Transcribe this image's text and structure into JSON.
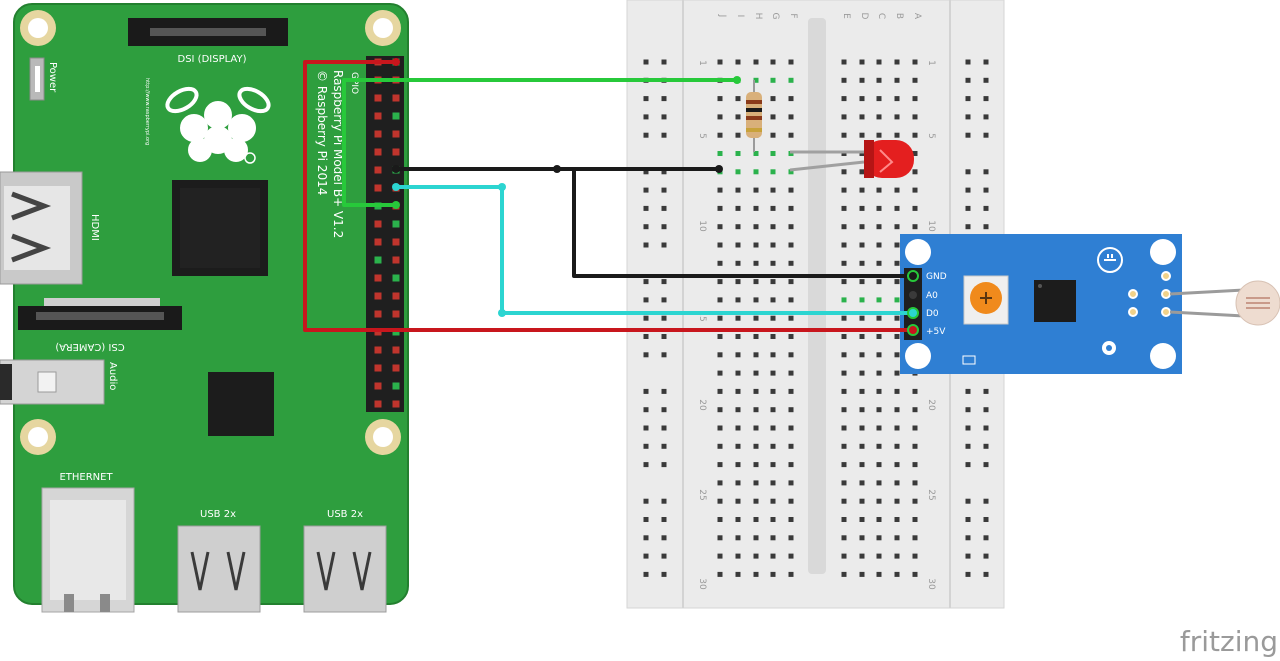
{
  "raspberry_pi": {
    "power_label": "Power",
    "dsi_label": "DSI (DISPLAY)",
    "url_label": "http://www.raspberrypi.org",
    "hdmi_label": "HDMI",
    "gpio_label": "GPIO",
    "model_label": "Raspberry Pi Model B+ V1.2",
    "copyright_label": "© Raspberry Pi 2014",
    "csi_label": "CSI (CAMERA)",
    "audio_label": "Audio",
    "ethernet_label": "ETHERNET",
    "usb1_label": "USB 2x",
    "usb2_label": "USB 2x",
    "board_color": "#2e9e3e"
  },
  "breadboard": {
    "col_letters_left": [
      "J",
      "I",
      "H",
      "G",
      "F"
    ],
    "col_letters_right": [
      "E",
      "D",
      "C",
      "B",
      "A"
    ],
    "row_numbers": [
      "1",
      "5",
      "10",
      "15",
      "20",
      "25",
      "30"
    ]
  },
  "sensor_module": {
    "pin_labels": [
      "GND",
      "A0",
      "D0",
      "+5V"
    ],
    "pcb_color": "#2f7fd3"
  },
  "components": {
    "led_color": "#e41f1f",
    "resistor_body_color": "#d9b07a"
  },
  "wires": {
    "green": "#27c93a",
    "black": "#1a1a1a",
    "cyan": "#2cd5d1",
    "red": "#c8161d",
    "grey": "#a0a0a0"
  },
  "watermark": {
    "brand": "fritzing"
  }
}
